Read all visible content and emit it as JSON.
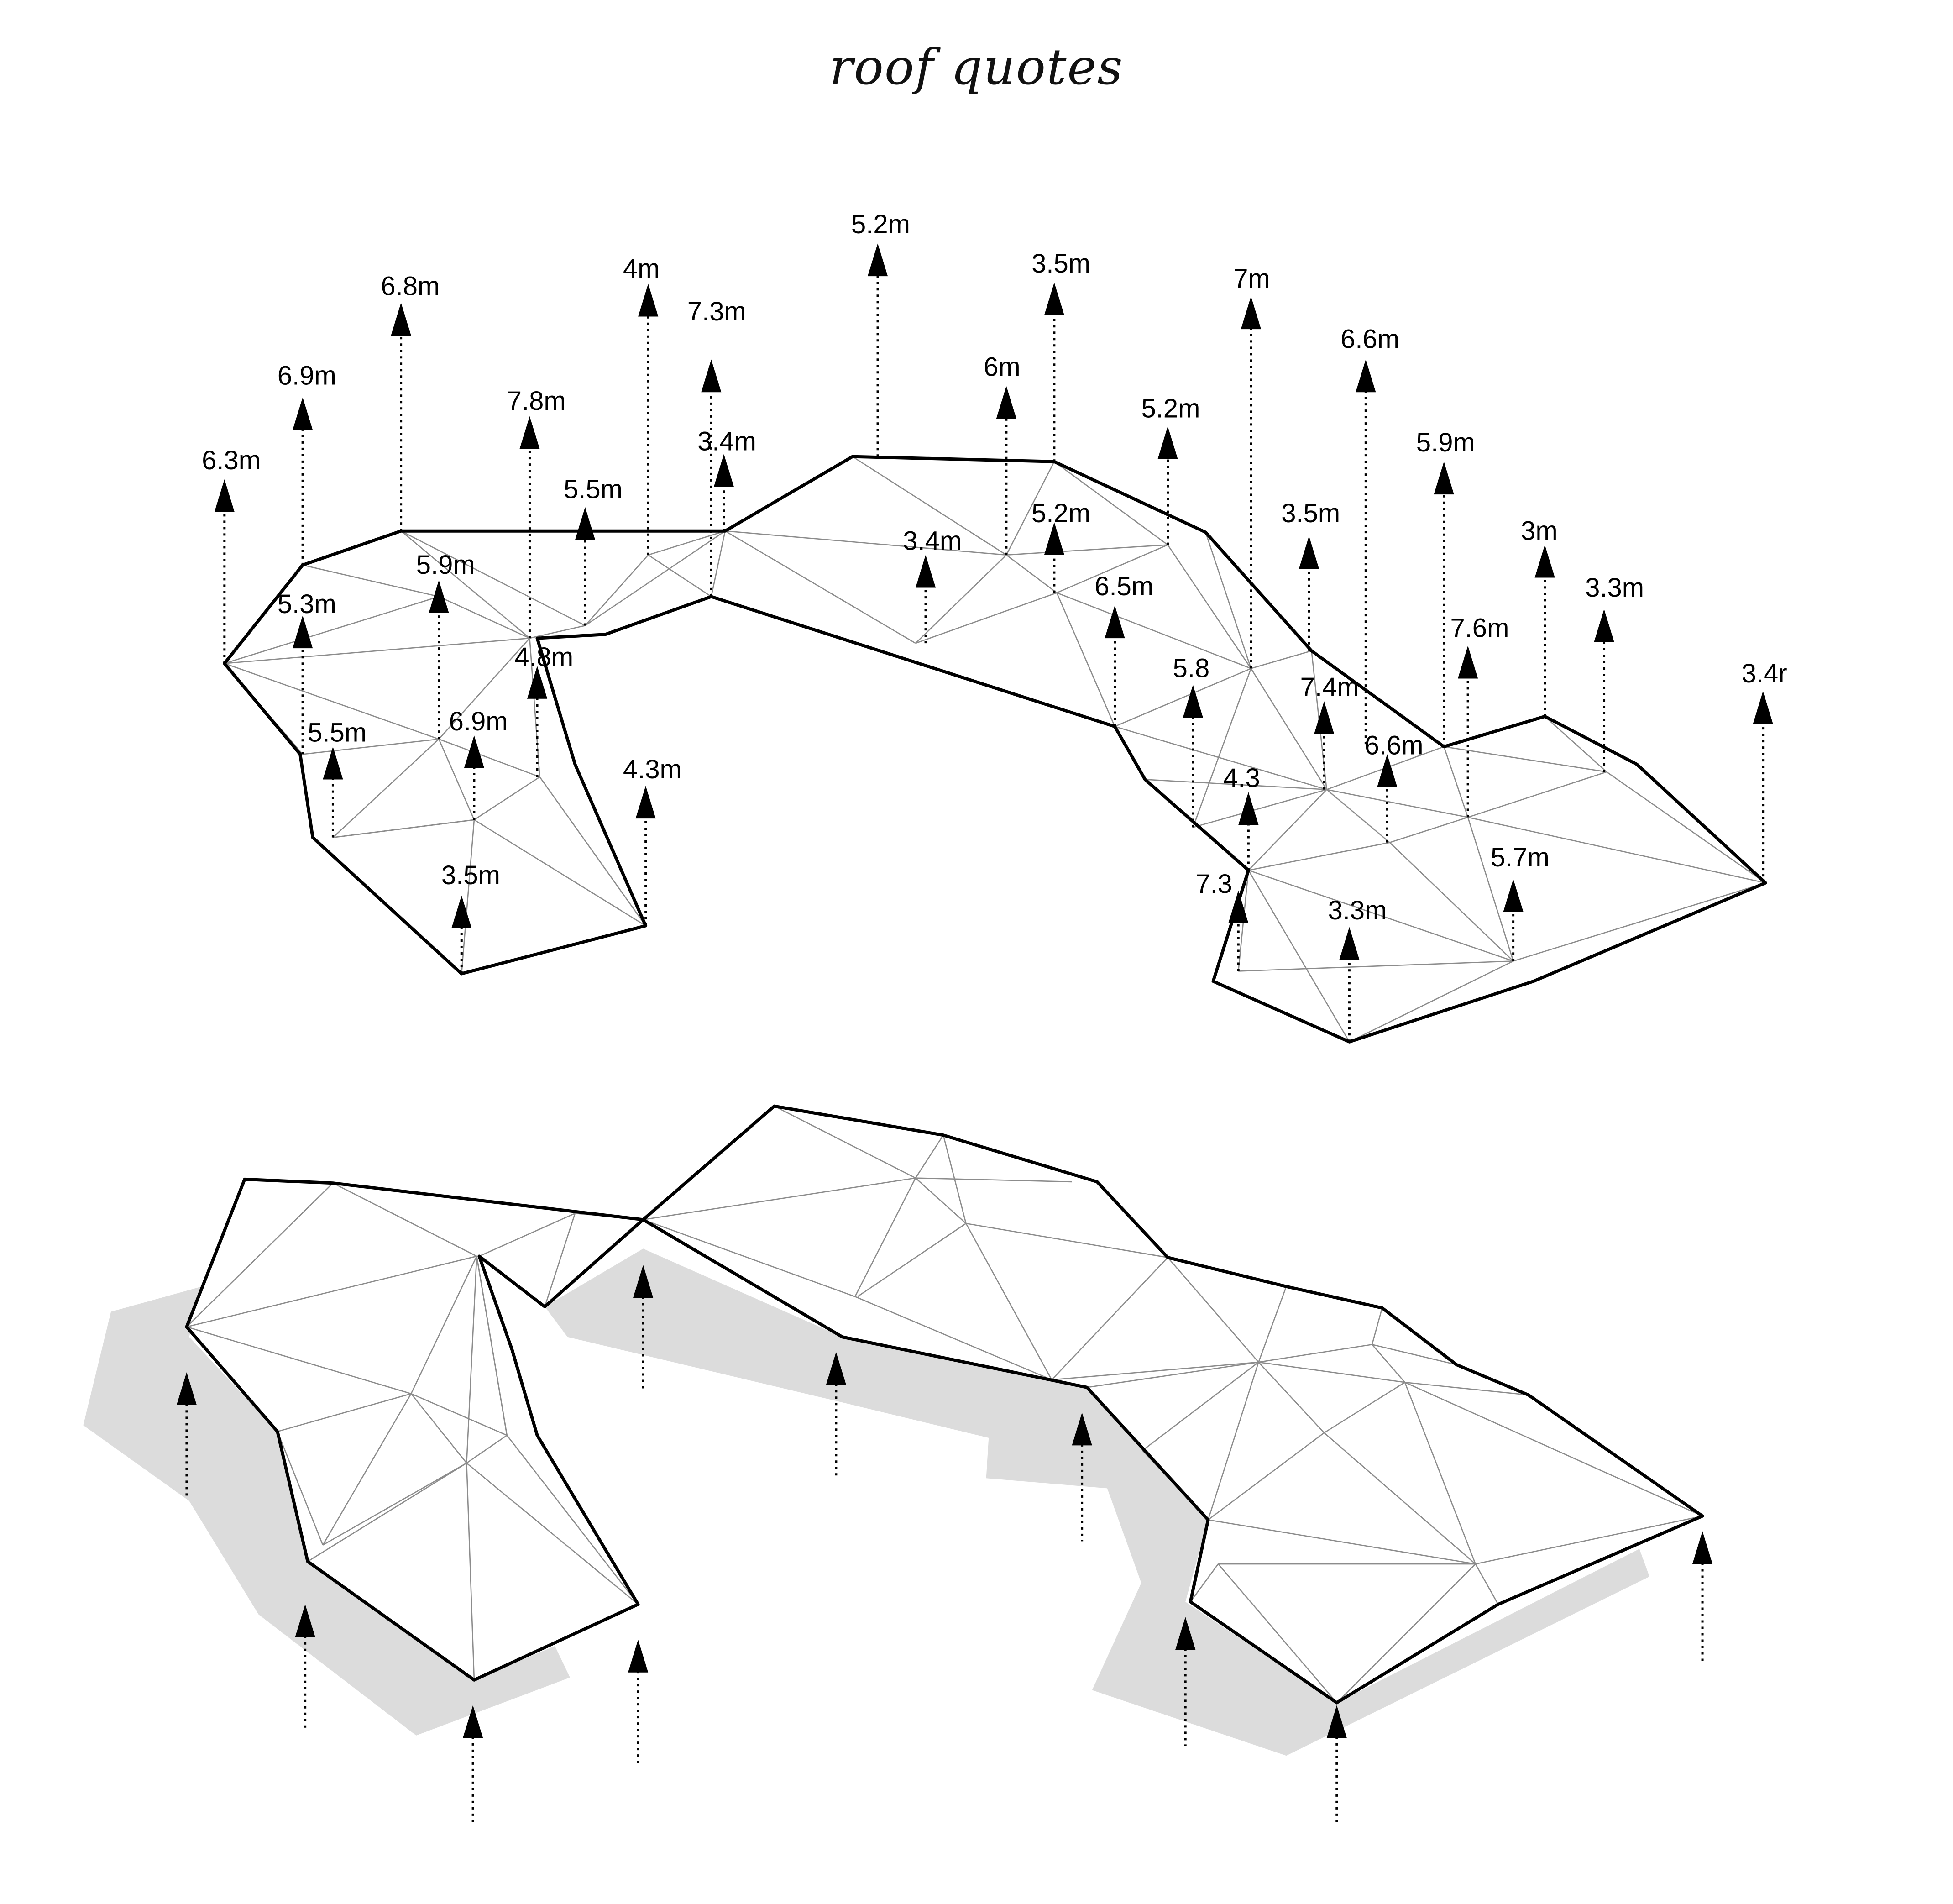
{
  "title": "roof quotes",
  "height_labels": [
    "6.3m",
    "6.9m",
    "6.8m",
    "7.8m",
    "4m",
    "7.3m",
    "5.5m",
    "3.4m",
    "5.9m",
    "5.3m",
    "4.8m",
    "5.5m",
    "6.9m",
    "3.5m",
    "4.3m",
    "5.2m",
    "3.5m",
    "6m",
    "3.4m",
    "5.2m",
    "6.5m",
    "5.2m",
    "7m",
    "6.6m",
    "3.5m",
    "5.9m",
    "5.8",
    "7.4m",
    "4.3",
    "7.3",
    "6.6m",
    "7.6m",
    "3m",
    "3.3m",
    "3.4r",
    "5.7m",
    "3.3m"
  ],
  "views": [
    "plan with height callouts",
    "perspective"
  ]
}
